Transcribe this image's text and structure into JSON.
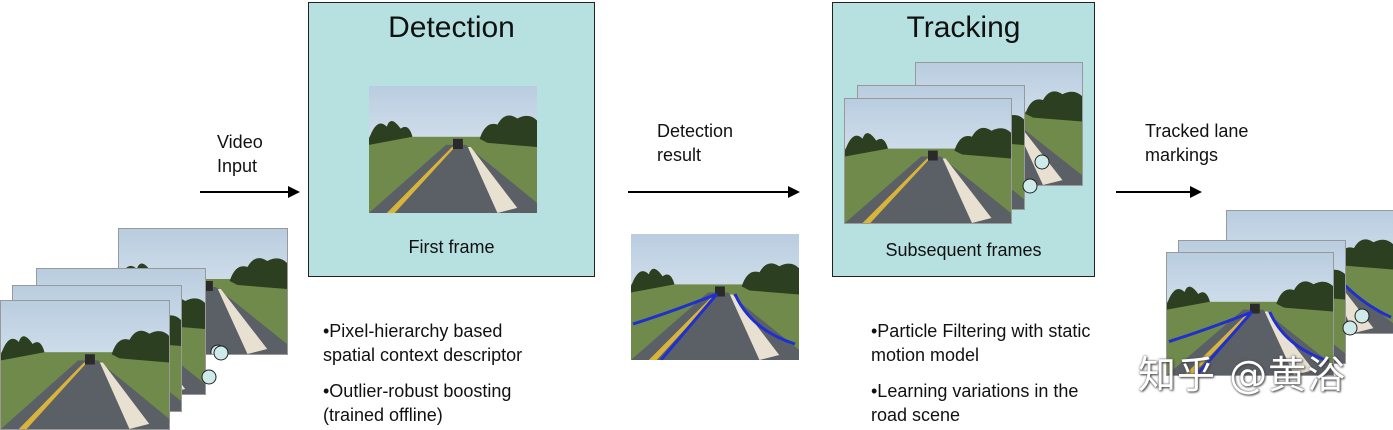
{
  "input": {
    "label_line1": "Video",
    "label_line2": "Input"
  },
  "detection": {
    "title": "Detection",
    "caption": "First frame",
    "bullets": [
      {
        "line1": "•Pixel-hierarchy based",
        "line2": "spatial context descriptor"
      },
      {
        "line1": "•Outlier-robust boosting",
        "line2": "(trained offline)"
      }
    ]
  },
  "detection_result": {
    "label_line1": "Detection",
    "label_line2": "result"
  },
  "tracking": {
    "title": "Tracking",
    "caption": "Subsequent frames",
    "bullets": [
      {
        "line1": "•Particle Filtering with static",
        "line2": "motion model"
      },
      {
        "line1": "•Learning variations in the",
        "line2": "road scene"
      }
    ]
  },
  "output": {
    "label_line1": "Tracked lane",
    "label_line2": "markings"
  },
  "watermark": "知乎 @黄浴",
  "colors": {
    "box_fill": "#b7e1e1",
    "lane_marking": "#1f2fd0",
    "sky": "#d9e6f2",
    "road": "#5b5f66",
    "grass": "#6f8a4a",
    "trees": "#2c3f20",
    "yellow_line": "#d8b43a"
  }
}
